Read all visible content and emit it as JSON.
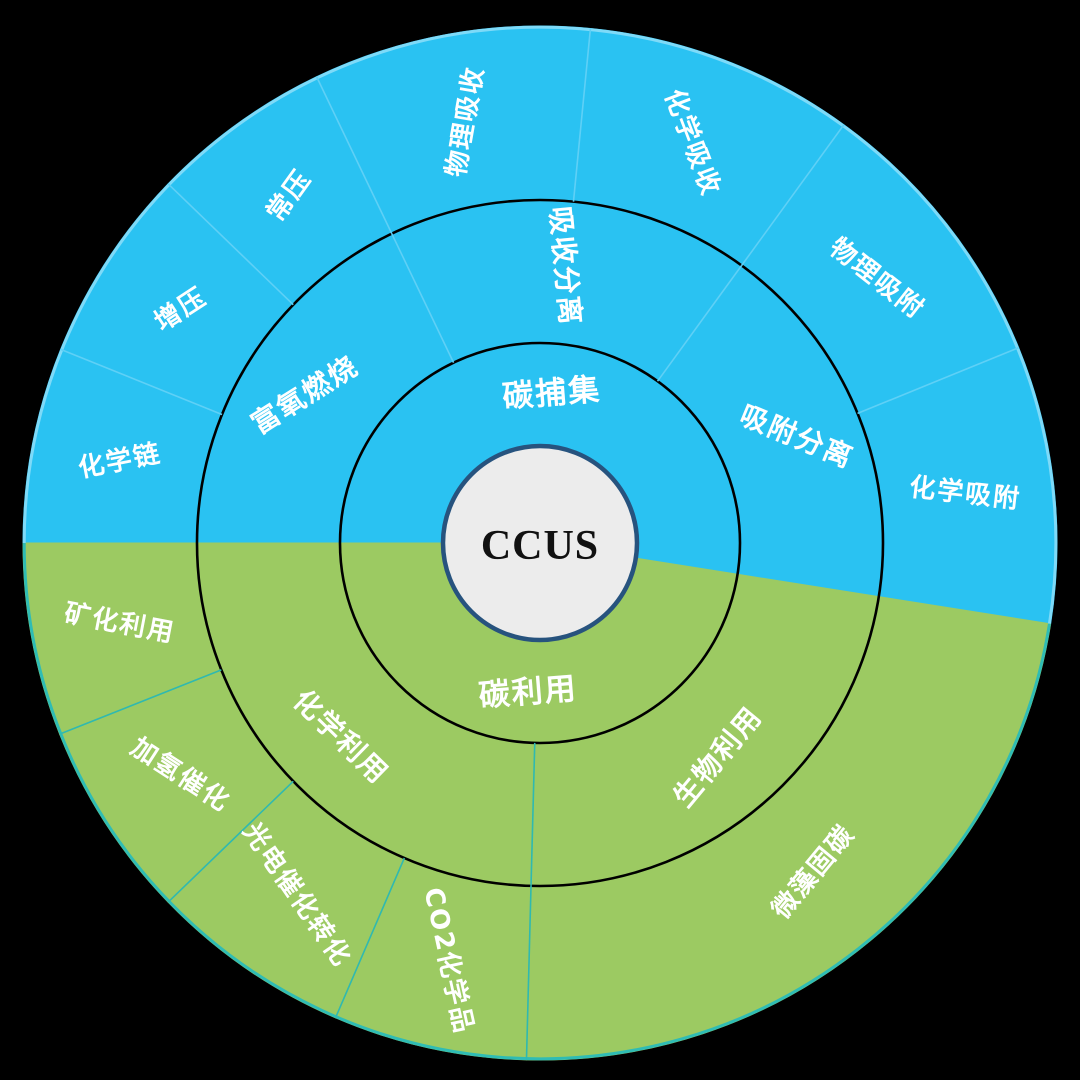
{
  "background": "#000000",
  "style": {
    "capture_color": "#2AC2F2",
    "utilization_color": "#9CCA62",
    "ring_boundary_color": "#000000",
    "center_fill": "#ECECEC",
    "center_border": "#27537E",
    "label_color": "#FFFFFF",
    "center_label_color": "#111111"
  },
  "chart_data": {
    "type": "sunburst",
    "angle_convention": "start_deg/end_deg are degrees counterclockwise from 3 o'clock; angular span encodes proportion (no numeric values shown in image)",
    "root": {
      "id": "ccus",
      "label": "CCUS",
      "children": [
        {
          "id": "carbon-capture",
          "label": "碳捕集",
          "start_deg": -9,
          "end_deg": 180,
          "color": "#2AC2F2",
          "rim_color": "#7EDAF8",
          "divider_color": "#5FD0F6",
          "children": [
            {
              "id": "adsorption-separation",
              "label": "吸附分离",
              "start_deg": -9,
              "end_deg": 54,
              "children": [
                {
                  "id": "chemical-adsorption",
                  "label": "化学吸附",
                  "start_deg": -9,
                  "end_deg": 22.2
                },
                {
                  "id": "physical-adsorption",
                  "label": "物理吸附",
                  "start_deg": 22.2,
                  "end_deg": 54
                }
              ]
            },
            {
              "id": "absorption-separation",
              "label": "吸收分离",
              "start_deg": 54,
              "end_deg": 115.6,
              "children": [
                {
                  "id": "chemical-absorption",
                  "label": "化学吸收",
                  "start_deg": 54,
                  "end_deg": 84.4
                },
                {
                  "id": "physical-absorption",
                  "label": "物理吸收",
                  "start_deg": 84.4,
                  "end_deg": 115.6
                }
              ]
            },
            {
              "id": "oxyfuel-combustion",
              "label": "富氧燃烧",
              "start_deg": 115.6,
              "end_deg": 180,
              "children": [
                {
                  "id": "atmospheric-pressure",
                  "label": "常压",
                  "start_deg": 115.6,
                  "end_deg": 136
                },
                {
                  "id": "pressurized",
                  "label": "增压",
                  "start_deg": 136,
                  "end_deg": 158
                },
                {
                  "id": "chemical-looping",
                  "label": "化学链",
                  "start_deg": 158,
                  "end_deg": 180
                }
              ]
            }
          ]
        },
        {
          "id": "carbon-utilization",
          "label": "碳利用",
          "start_deg": 180,
          "end_deg": 351,
          "color": "#9CCA62",
          "rim_color": "#2FBCB4",
          "divider_color": "#2FB9B0",
          "children": [
            {
              "id": "chemical-utilization",
              "label": "化学利用",
              "start_deg": 180,
              "end_deg": 268.5,
              "children": [
                {
                  "id": "mineralization-utilization",
                  "label": "矿化利用",
                  "start_deg": 180,
                  "end_deg": 201.7
                },
                {
                  "id": "hydrogenation-catalysis",
                  "label": "加氢催化",
                  "start_deg": 201.7,
                  "end_deg": 224
                },
                {
                  "id": "photoelectrocatalytic-conversion",
                  "label": "光电催化转化",
                  "start_deg": 224,
                  "end_deg": 246.7
                },
                {
                  "id": "co2-chemicals",
                  "label": "CO2化学品",
                  "start_deg": 246.7,
                  "end_deg": 268.5
                }
              ]
            },
            {
              "id": "biological-utilization",
              "label": "生物利用",
              "start_deg": 268.5,
              "end_deg": 351,
              "children": [
                {
                  "id": "microalgae-carbon-fixation",
                  "label": "微藻固碳",
                  "start_deg": 268.5,
                  "end_deg": 351
                }
              ]
            }
          ]
        }
      ]
    }
  }
}
